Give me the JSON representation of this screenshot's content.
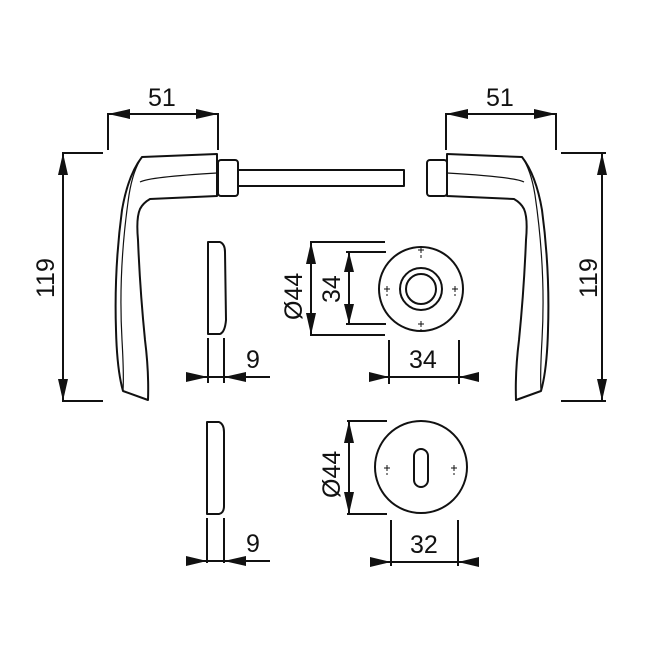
{
  "drawing": {
    "title": "Door handle set technical drawing",
    "units": "mm",
    "colors": {
      "line": "#111111",
      "background": "#ffffff"
    },
    "left_lever": {
      "projection_label": "51",
      "height_label": "119"
    },
    "right_lever": {
      "projection_label": "51",
      "height_label": "119"
    },
    "rose_side_view": {
      "thickness_label": "9"
    },
    "rose_front_view": {
      "outer_diameter_label": "Ø44",
      "inner_label": "34",
      "width_label": "34"
    },
    "escutcheon_side_view": {
      "thickness_label": "9"
    },
    "escutcheon_front_view": {
      "outer_diameter_label": "Ø44",
      "spacing_label": "32"
    }
  }
}
